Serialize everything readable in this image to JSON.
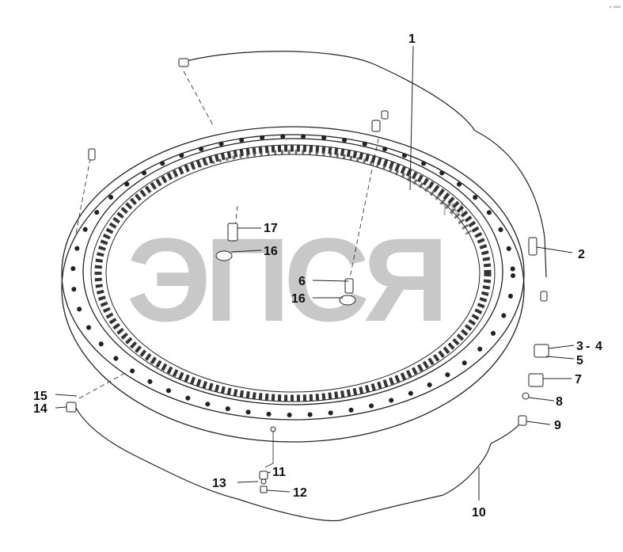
{
  "diagram": {
    "corner_mark": "n° 2006",
    "watermark": "ЭПСЯ",
    "trademark": "TM",
    "callouts": [
      "1",
      "2",
      "3",
      "4",
      "5",
      "6",
      "7",
      "8",
      "9",
      "10",
      "11",
      "12",
      "13",
      "14",
      "15",
      "16",
      "16",
      "17"
    ]
  }
}
